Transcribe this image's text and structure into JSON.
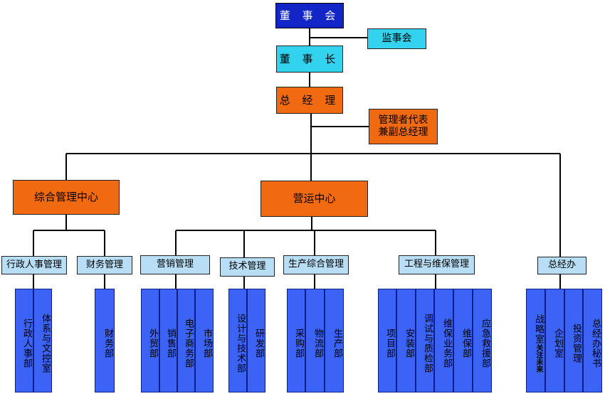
{
  "board": "董 事 会",
  "supervisors": "监事会",
  "chairman": "董 事 长",
  "general_manager": "总 经 理",
  "mgmt_rep": [
    "管理者代表",
    "兼副总经理"
  ],
  "centers": {
    "admin_center": "综合管理中心",
    "ops_center": "营运中心",
    "general_office": "总经办"
  },
  "managers": {
    "hr_admin": "行政人事管理",
    "finance": "财务管理",
    "sales": "营销管理",
    "tech": "技术管理",
    "production": "生产综合管理",
    "engineering": "工程与维保管理"
  },
  "departments": {
    "hr_admin_dept": "行政人事部",
    "system_control": "体系与文控室",
    "finance_dept": "财务部",
    "foreign_trade": "外贸部",
    "sales_dept": "销售部",
    "ecommerce": "电子商务部",
    "market": "市场部",
    "design_tech": "设计与技术部",
    "rnd": "研发部",
    "purchasing": "采购部",
    "logistics": "物流部",
    "production_dept": "生产部",
    "project": "项目部",
    "installation": "安装部",
    "qc": "调试与质检部",
    "maintenance_biz": "维保业务部",
    "maintenance": "维保部",
    "rescue": "应急救援部",
    "strategy": "战略室",
    "strategy_note": "关注未来",
    "planning": "企划室",
    "investment": "投资管理",
    "secretary": "总经办秘书"
  }
}
